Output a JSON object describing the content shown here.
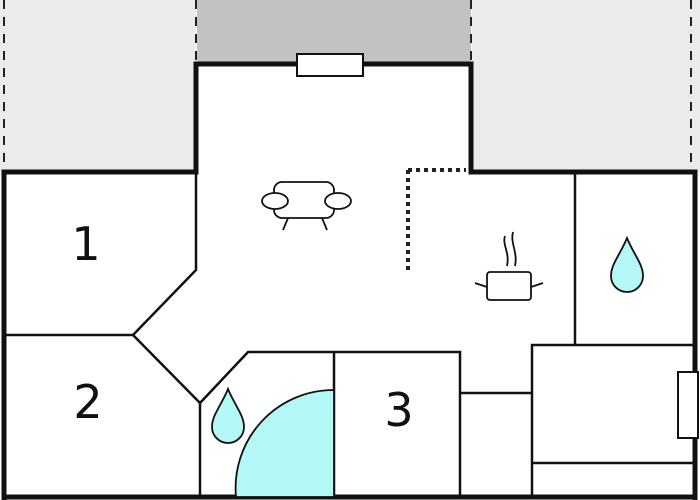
{
  "floor_plan": {
    "room_labels": [
      {
        "id": "1",
        "label": "1"
      },
      {
        "id": "2",
        "label": "2"
      },
      {
        "id": "3",
        "label": "3"
      }
    ],
    "icons": [
      "sofa-icon",
      "cooking-pot-icon",
      "water-drop-icon",
      "window-icon",
      "shower-tray-icon"
    ],
    "colors": {
      "wall": "#111111",
      "outdoor_area": "#ebebeb",
      "covered_terrace": "#c2c2c2",
      "water": "#b3f7f7",
      "background": "#ffffff"
    }
  }
}
